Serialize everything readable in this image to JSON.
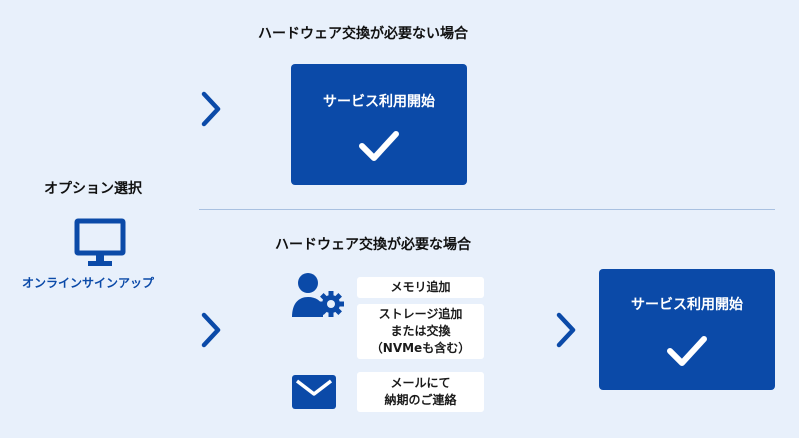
{
  "left": {
    "heading": "オプション選択",
    "icon": "monitor-icon",
    "label": "オンラインサインアップ"
  },
  "top": {
    "heading": "ハードウェア交換が必要ない場合",
    "result": {
      "title": "サービス利用開始",
      "icon": "check-icon"
    }
  },
  "bottom": {
    "heading": "ハードウェア交換が必要な場合",
    "steps": [
      {
        "icon": "user-gear-icon",
        "items": [
          {
            "lines": [
              "メモリ追加"
            ]
          },
          {
            "lines": [
              "ストレージ追加",
              "または交換",
              "（NVMeも含む）"
            ]
          }
        ]
      },
      {
        "icon": "mail-icon",
        "items": [
          {
            "lines": [
              "メールにて",
              "納期のご連絡"
            ]
          }
        ]
      }
    ],
    "result": {
      "title": "サービス利用開始",
      "icon": "check-icon"
    }
  },
  "colors": {
    "background": "#e8f0fb",
    "accent": "#0b4aa8",
    "text": "#1a1a1a"
  }
}
